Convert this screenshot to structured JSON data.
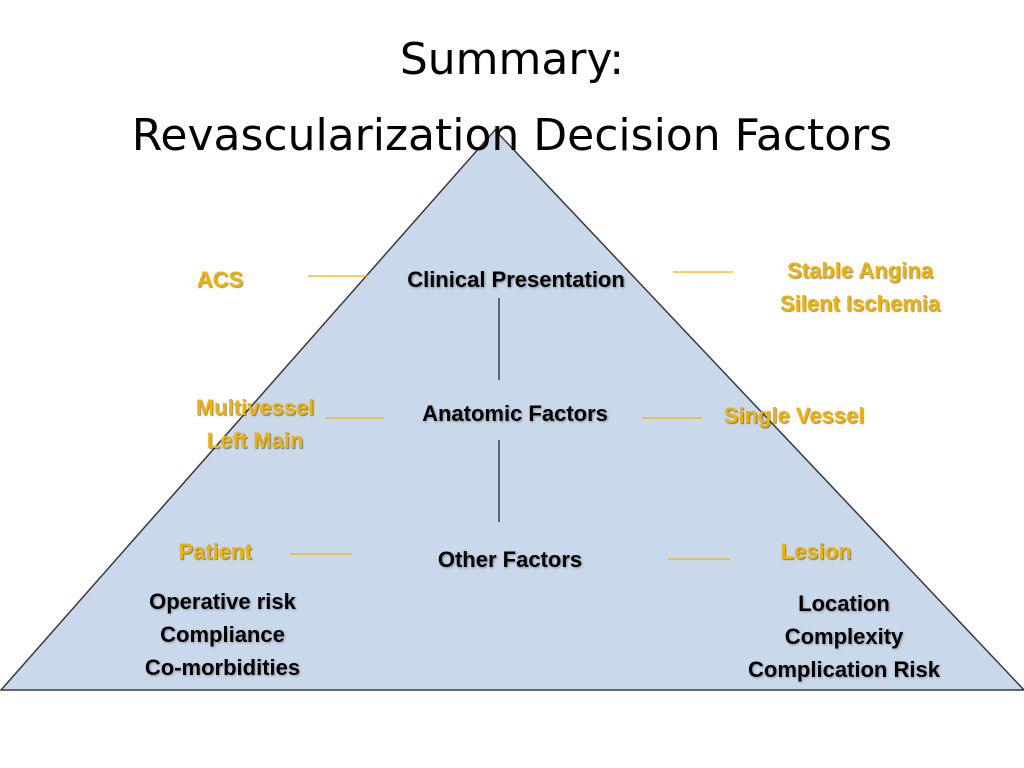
{
  "title": {
    "line1": "Summary:",
    "line2": "Revascularization Decision Factors"
  },
  "levels": [
    {
      "center": "Clinical Presentation",
      "left": [
        "ACS"
      ],
      "right": [
        "Stable Angina",
        "Silent Ischemia"
      ]
    },
    {
      "center": "Anatomic Factors",
      "left": [
        "Multivessel",
        "Left Main"
      ],
      "right": [
        "Single Vessel"
      ]
    },
    {
      "center": "Other Factors",
      "left": [
        "Patient"
      ],
      "right": [
        "Lesion"
      ],
      "left_details": [
        "Operative risk",
        "Compliance",
        "Co-morbidities"
      ],
      "right_details": [
        "Location",
        "Complexity",
        "Complication Risk"
      ]
    }
  ],
  "colors": {
    "triangle_fill": "#c9d8ea",
    "triangle_stroke": "#3a3a3a",
    "side_label": "#f0b400",
    "connector": "#f0b400"
  }
}
